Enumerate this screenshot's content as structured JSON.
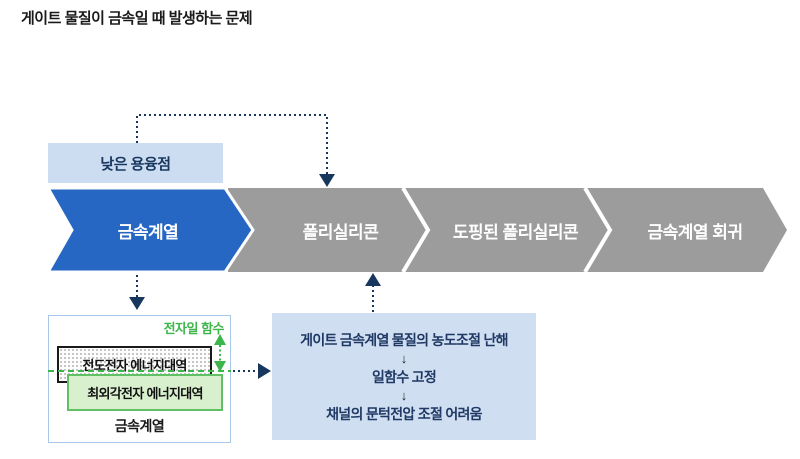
{
  "title": "게이트 물질이 금속일 때 발생하는 문제",
  "callout": {
    "label": "낮은 용융점"
  },
  "flow_steps": [
    {
      "label": "금속계열"
    },
    {
      "label": "폴리실리콘"
    },
    {
      "label": "도핑된 폴리실리콘"
    },
    {
      "label": "금속계열 회귀"
    }
  ],
  "band_diagram": {
    "work_function_label": "전자일 함수",
    "conduction_band_label": "전도전자 에너지대역",
    "outer_band_label": "최외각전자 에너지대역",
    "caption": "금속계열"
  },
  "problem_box": {
    "line1": "게이트 금속계열 물질의 농도조절 난해",
    "arrow_glyph": "↓",
    "line2": "일함수 고정",
    "line3": "채널의 문턱전압 조절 어려움"
  },
  "colors": {
    "accent_blue": "#2667c4",
    "gray": "#9c9c9c",
    "navy": "#17375e",
    "light_blue": "#ccdcf1",
    "problem_bg": "#cfdff1",
    "green": "#3cb54a"
  }
}
